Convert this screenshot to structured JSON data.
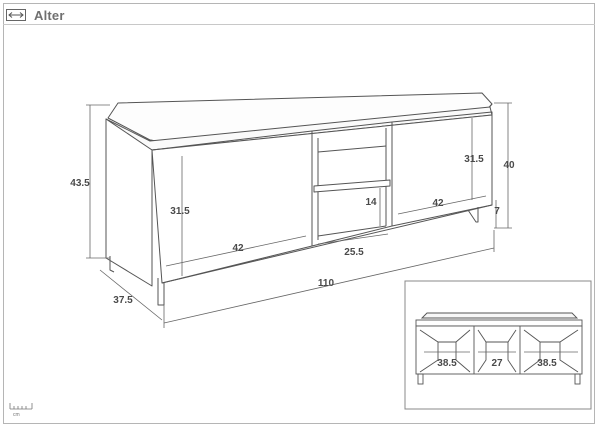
{
  "brand": {
    "name": "Alter",
    "icon": "width-arrows-icon"
  },
  "main_view": {
    "dimensions": {
      "height_total": "43.5",
      "height_body": "40",
      "depth": "37.5",
      "width": "110",
      "door_height_left": "31.5",
      "door_width_left": "42",
      "door_height_right": "31.5",
      "door_width_right": "42",
      "shelf_height": "14",
      "shelf_width": "25.5",
      "leg_height": "7"
    }
  },
  "inset_view": {
    "dimensions": {
      "left_compartment": "38.5",
      "middle_compartment": "27",
      "right_compartment": "38.5"
    }
  },
  "scale": {
    "unit": "cm"
  }
}
